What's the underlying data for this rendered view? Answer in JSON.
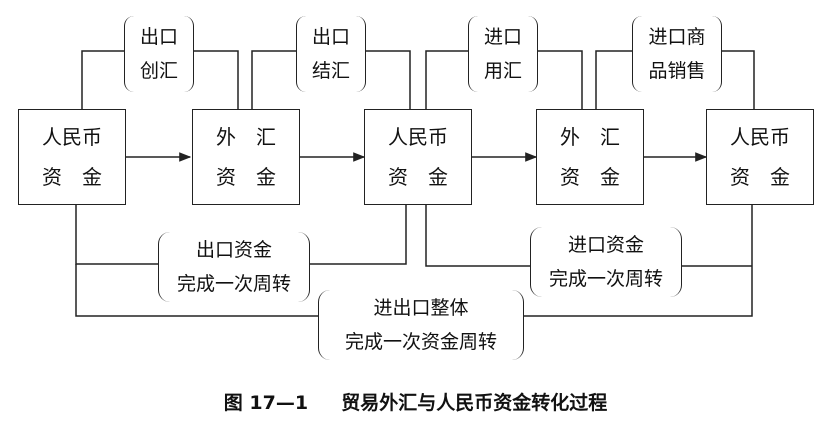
{
  "nodes": [
    {
      "line1": "人民币",
      "line2": "资　金"
    },
    {
      "line1": "外　汇",
      "line2": "资　金"
    },
    {
      "line1": "人民币",
      "line2": "资　金"
    },
    {
      "line1": "外　汇",
      "line2": "资　金"
    },
    {
      "line1": "人民币",
      "line2": "资　金"
    }
  ],
  "top_labels": [
    {
      "line1": "出口",
      "line2": "创汇"
    },
    {
      "line1": "出口",
      "line2": "结汇"
    },
    {
      "line1": "进口",
      "line2": "用汇"
    },
    {
      "line1": "进口商",
      "line2": "品销售"
    }
  ],
  "cycle_labels": {
    "export": {
      "line1": "出口资金",
      "line2": "完成一次周转"
    },
    "import": {
      "line1": "进口资金",
      "line2": "完成一次周转"
    },
    "overall": {
      "line1": "进出口整体",
      "line2": "完成一次资金周转"
    }
  },
  "caption": {
    "number": "图 17—1",
    "title": "贸易外汇与人民币资金转化过程"
  }
}
